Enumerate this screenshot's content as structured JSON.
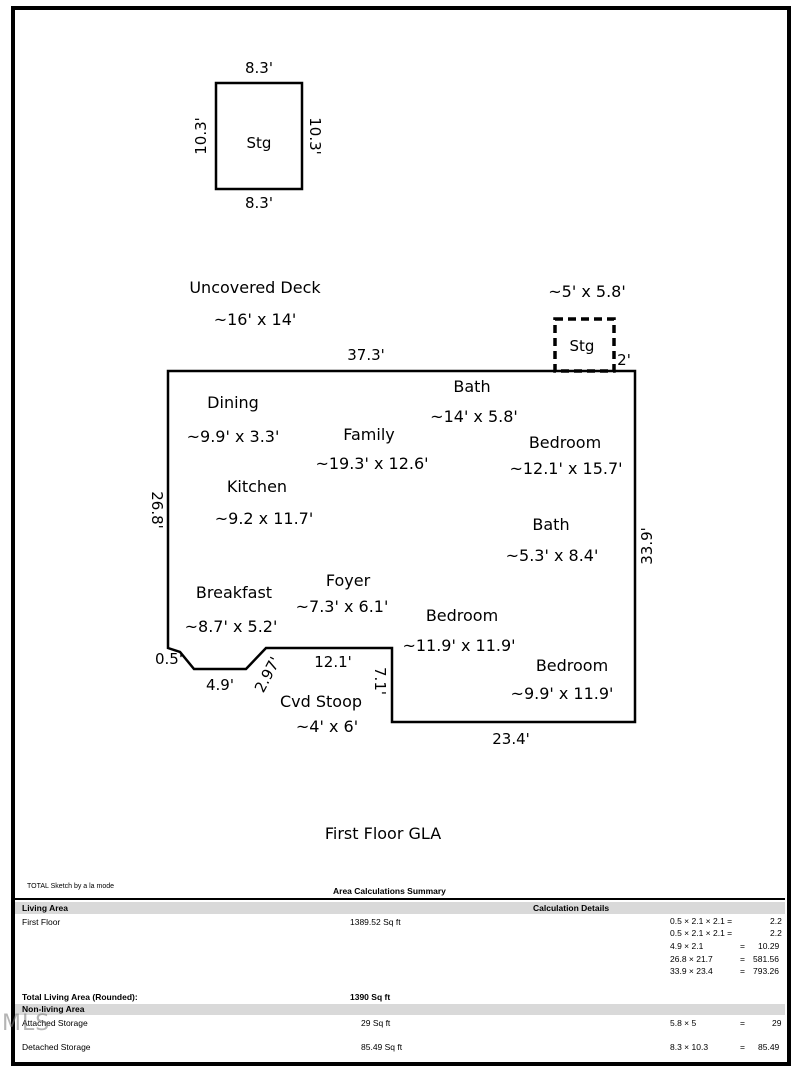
{
  "sketch": {
    "storage_detached": {
      "label": "Stg",
      "top": "8.3'",
      "bottom": "8.3'",
      "left": "10.3'",
      "right": "10.3'"
    },
    "deck": {
      "label": "Uncovered Deck",
      "size": "~16' x 14'"
    },
    "storage_attached": {
      "size": "~5' x 5.8'",
      "label": "Stg",
      "dim": "2'"
    },
    "house_dims": {
      "top": "37.3'",
      "left": "26.8'",
      "right": "33.9'",
      "bottom": "23.4'",
      "notch_small": "0.5'",
      "notch_bottom": "4.9'",
      "diagonal": "2.97'",
      "stoop_top": "12.1'",
      "stoop_side": "7.1'"
    },
    "rooms": [
      {
        "name": "Dining",
        "size": "~9.9' x 3.3'"
      },
      {
        "name": "Family",
        "size": "~19.3' x 12.6'"
      },
      {
        "name": "Bath",
        "size": "~14' x 5.8'"
      },
      {
        "name": "Bedroom",
        "size": "~12.1' x 15.7'"
      },
      {
        "name": "Kitchen",
        "size": "~9.2 x 11.7'"
      },
      {
        "name": "Bath",
        "size": "~5.3' x 8.4'"
      },
      {
        "name": "Breakfast",
        "size": "~8.7' x 5.2'"
      },
      {
        "name": "Foyer",
        "size": "~7.3' x 6.1'"
      },
      {
        "name": "Bedroom",
        "size": "~11.9' x 11.9'"
      },
      {
        "name": "Bedroom",
        "size": "~9.9' x 11.9'"
      },
      {
        "name": "Cvd Stoop",
        "size": "~4' x 6'"
      }
    ],
    "floor_label": "First Floor GLA"
  },
  "summary": {
    "credit": "TOTAL Sketch by a la mode",
    "title": "Area Calculations Summary",
    "living_header": "Living Area",
    "calc_header": "Calculation Details",
    "first_floor": {
      "name": "First Floor",
      "area": "1389.52 Sq ft",
      "calcs": [
        {
          "expr": "0.5 × 2.1 × 2.1 =",
          "val": "2.2"
        },
        {
          "expr": "0.5 × 2.1 × 2.1 =",
          "val": "2.2"
        },
        {
          "expr": "4.9 × 2.1",
          "eq": "=",
          "val": "10.29"
        },
        {
          "expr": "26.8 × 21.7",
          "eq": "=",
          "val": "581.56"
        },
        {
          "expr": "33.9 × 23.4",
          "eq": "=",
          "val": "793.26"
        }
      ]
    },
    "total_label": "Total Living Area (Rounded):",
    "total_value": "1390 Sq ft",
    "nonliving_header": "Non-living Area",
    "attached": {
      "name": "Attached Storage",
      "area": "29 Sq ft",
      "expr": "5.8 × 5",
      "eq": "=",
      "val": "29"
    },
    "detached": {
      "name": "Detached Storage",
      "area": "85.49 Sq ft",
      "expr": "8.3 × 10.3",
      "eq": "=",
      "val": "85.49"
    }
  },
  "watermark": "MLS"
}
